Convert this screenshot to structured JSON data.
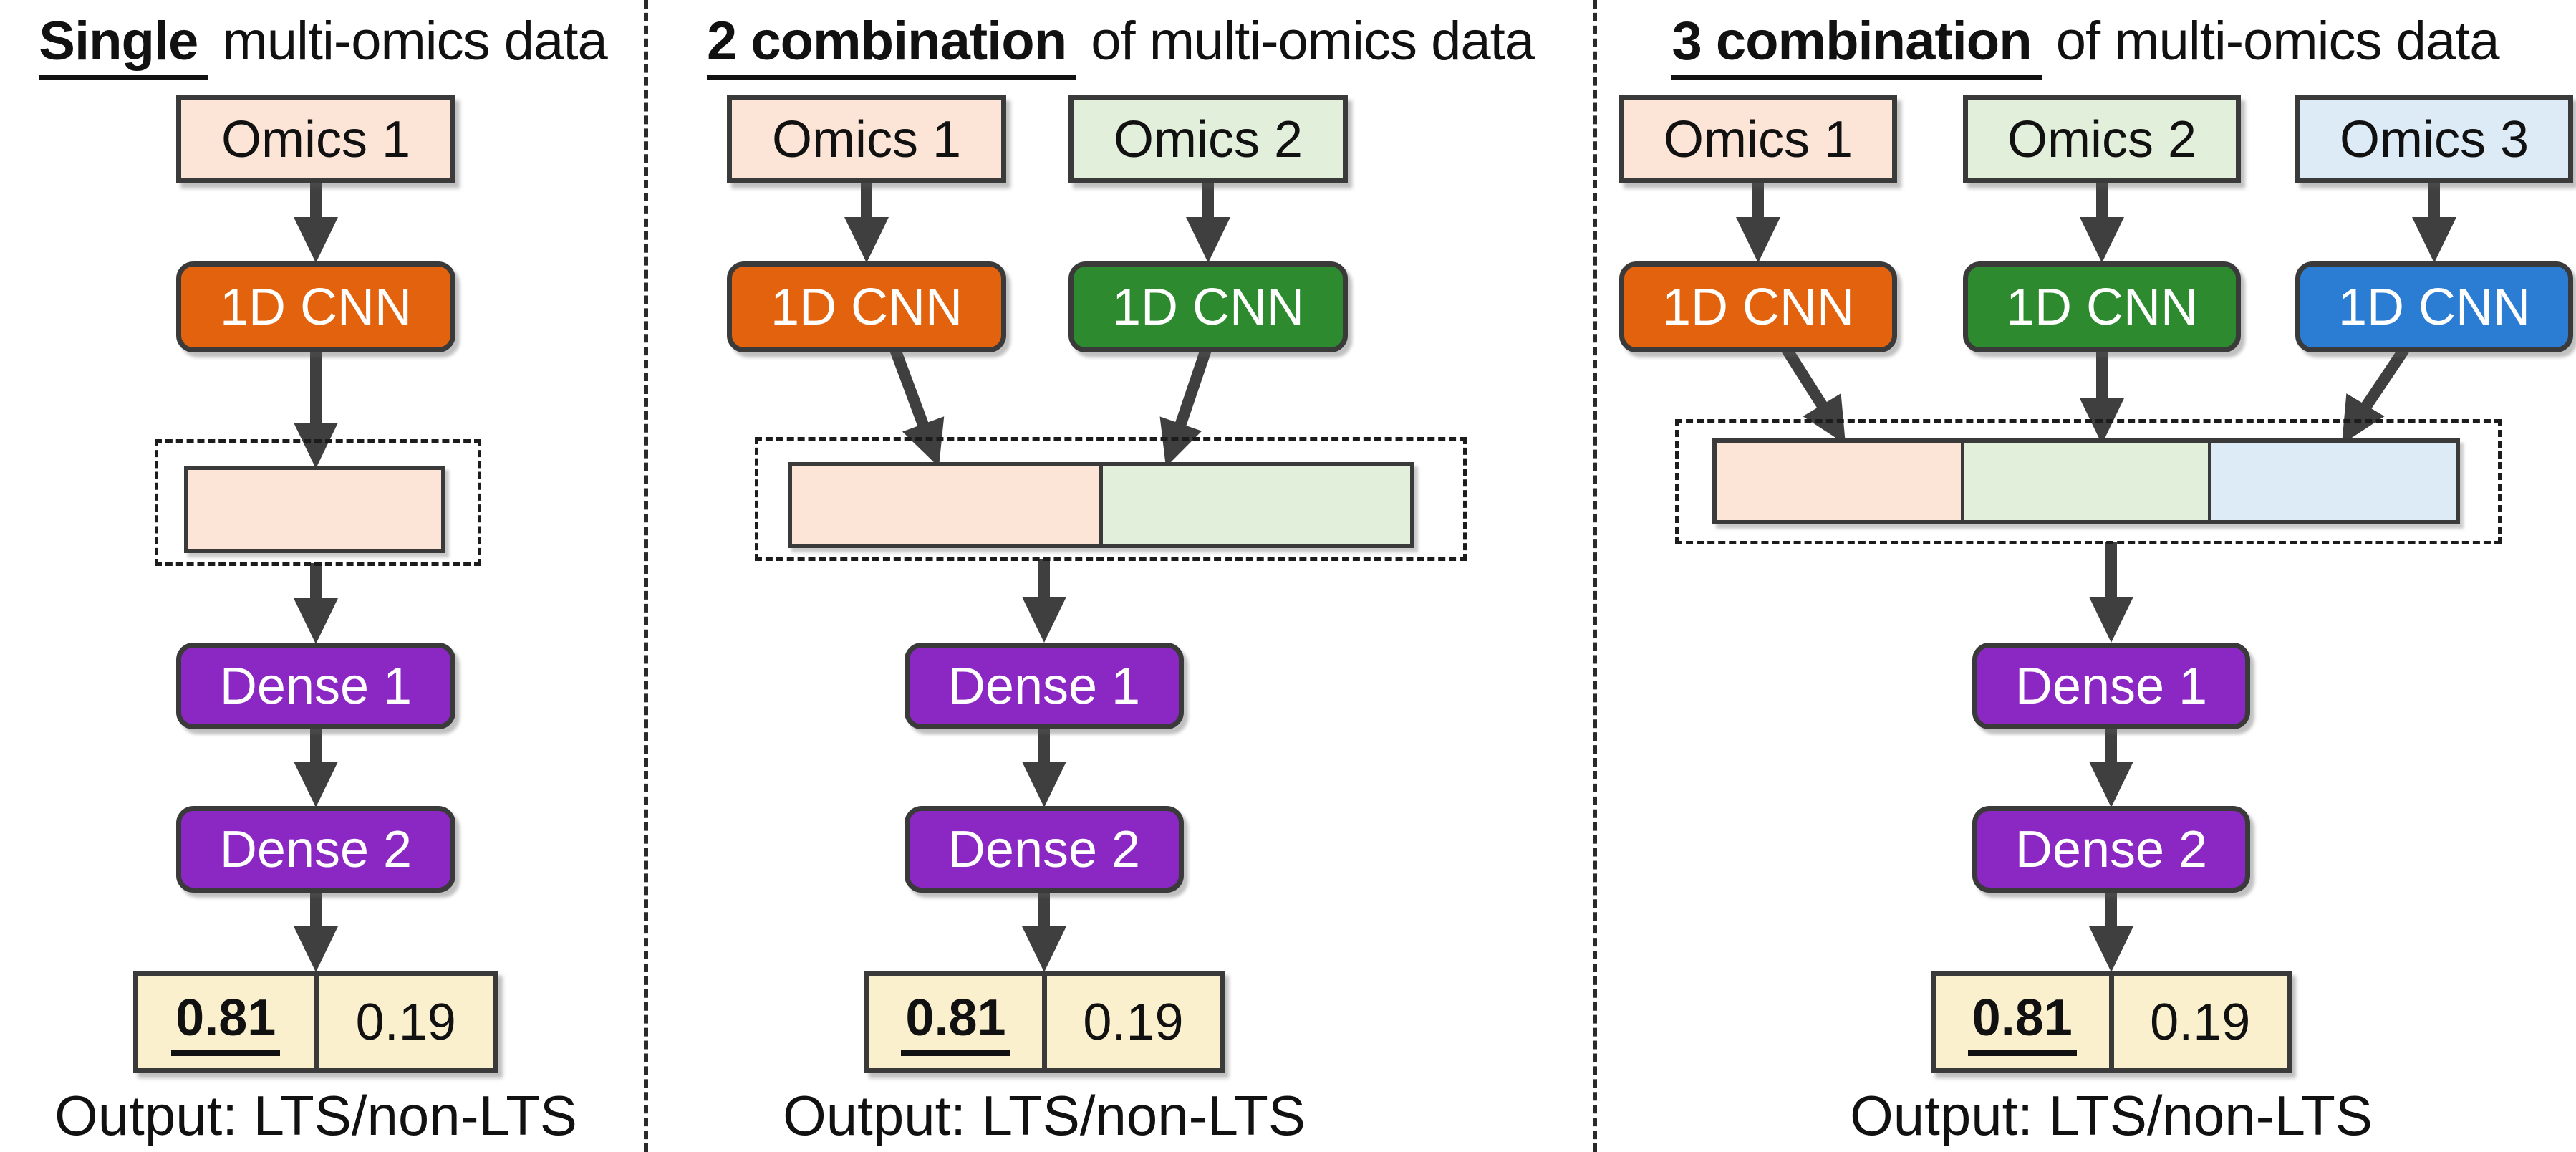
{
  "figure_title": "",
  "colors": {
    "omics1_fill": "#FCE4D6",
    "omics2_fill": "#E2EFDA",
    "omics3_fill": "#DDEBF7",
    "cnn_orange": "#E2620D",
    "cnn_green": "#2E8A2E",
    "cnn_blue": "#2B7CD3",
    "dense_purple": "#8B27C3",
    "output_cream": "#FAF0CD",
    "outline_dark": "#3A3A3A",
    "arrow_gray": "#3F3F3F"
  },
  "panels": [
    {
      "title": {
        "emphasis": "Single",
        "rest": " multi-omics data"
      },
      "omics_boxes": [
        {
          "label": "Omics 1",
          "fill": "#FCE4D6"
        }
      ],
      "cnn_boxes": [
        {
          "label": "1D CNN",
          "fill": "#E2620D"
        }
      ],
      "concat_segments": [
        {
          "fill": "#FCE4D6"
        }
      ],
      "dense_boxes": [
        {
          "label": "Dense 1"
        },
        {
          "label": "Dense 2"
        }
      ],
      "output": {
        "cells": [
          {
            "value": "0.81",
            "emphasized": true
          },
          {
            "value": "0.19",
            "emphasized": false
          }
        ],
        "label": "Output: LTS/non-LTS"
      }
    },
    {
      "title": {
        "emphasis": "2 combination",
        "rest": " of multi-omics data"
      },
      "omics_boxes": [
        {
          "label": "Omics 1",
          "fill": "#FCE4D6"
        },
        {
          "label": "Omics 2",
          "fill": "#E2EFDA"
        }
      ],
      "cnn_boxes": [
        {
          "label": "1D CNN",
          "fill": "#E2620D"
        },
        {
          "label": "1D CNN",
          "fill": "#2E8A2E"
        }
      ],
      "concat_segments": [
        {
          "fill": "#FCE4D6"
        },
        {
          "fill": "#E2EFDA"
        }
      ],
      "dense_boxes": [
        {
          "label": "Dense 1"
        },
        {
          "label": "Dense 2"
        }
      ],
      "output": {
        "cells": [
          {
            "value": "0.81",
            "emphasized": true
          },
          {
            "value": "0.19",
            "emphasized": false
          }
        ],
        "label": "Output: LTS/non-LTS"
      }
    },
    {
      "title": {
        "emphasis": "3 combination",
        "rest": " of multi-omics data"
      },
      "omics_boxes": [
        {
          "label": "Omics 1",
          "fill": "#FCE4D6"
        },
        {
          "label": "Omics 2",
          "fill": "#E2EFDA"
        },
        {
          "label": "Omics 3",
          "fill": "#DDEBF7"
        }
      ],
      "cnn_boxes": [
        {
          "label": "1D CNN",
          "fill": "#E2620D"
        },
        {
          "label": "1D CNN",
          "fill": "#2E8A2E"
        },
        {
          "label": "1D CNN",
          "fill": "#2B7CD3"
        }
      ],
      "concat_segments": [
        {
          "fill": "#FCE4D6"
        },
        {
          "fill": "#E2EFDA"
        },
        {
          "fill": "#DDEBF7"
        }
      ],
      "dense_boxes": [
        {
          "label": "Dense 1"
        },
        {
          "label": "Dense 2"
        }
      ],
      "output": {
        "cells": [
          {
            "value": "0.81",
            "emphasized": true
          },
          {
            "value": "0.19",
            "emphasized": false
          }
        ],
        "label": "Output: LTS/non-LTS"
      }
    }
  ]
}
